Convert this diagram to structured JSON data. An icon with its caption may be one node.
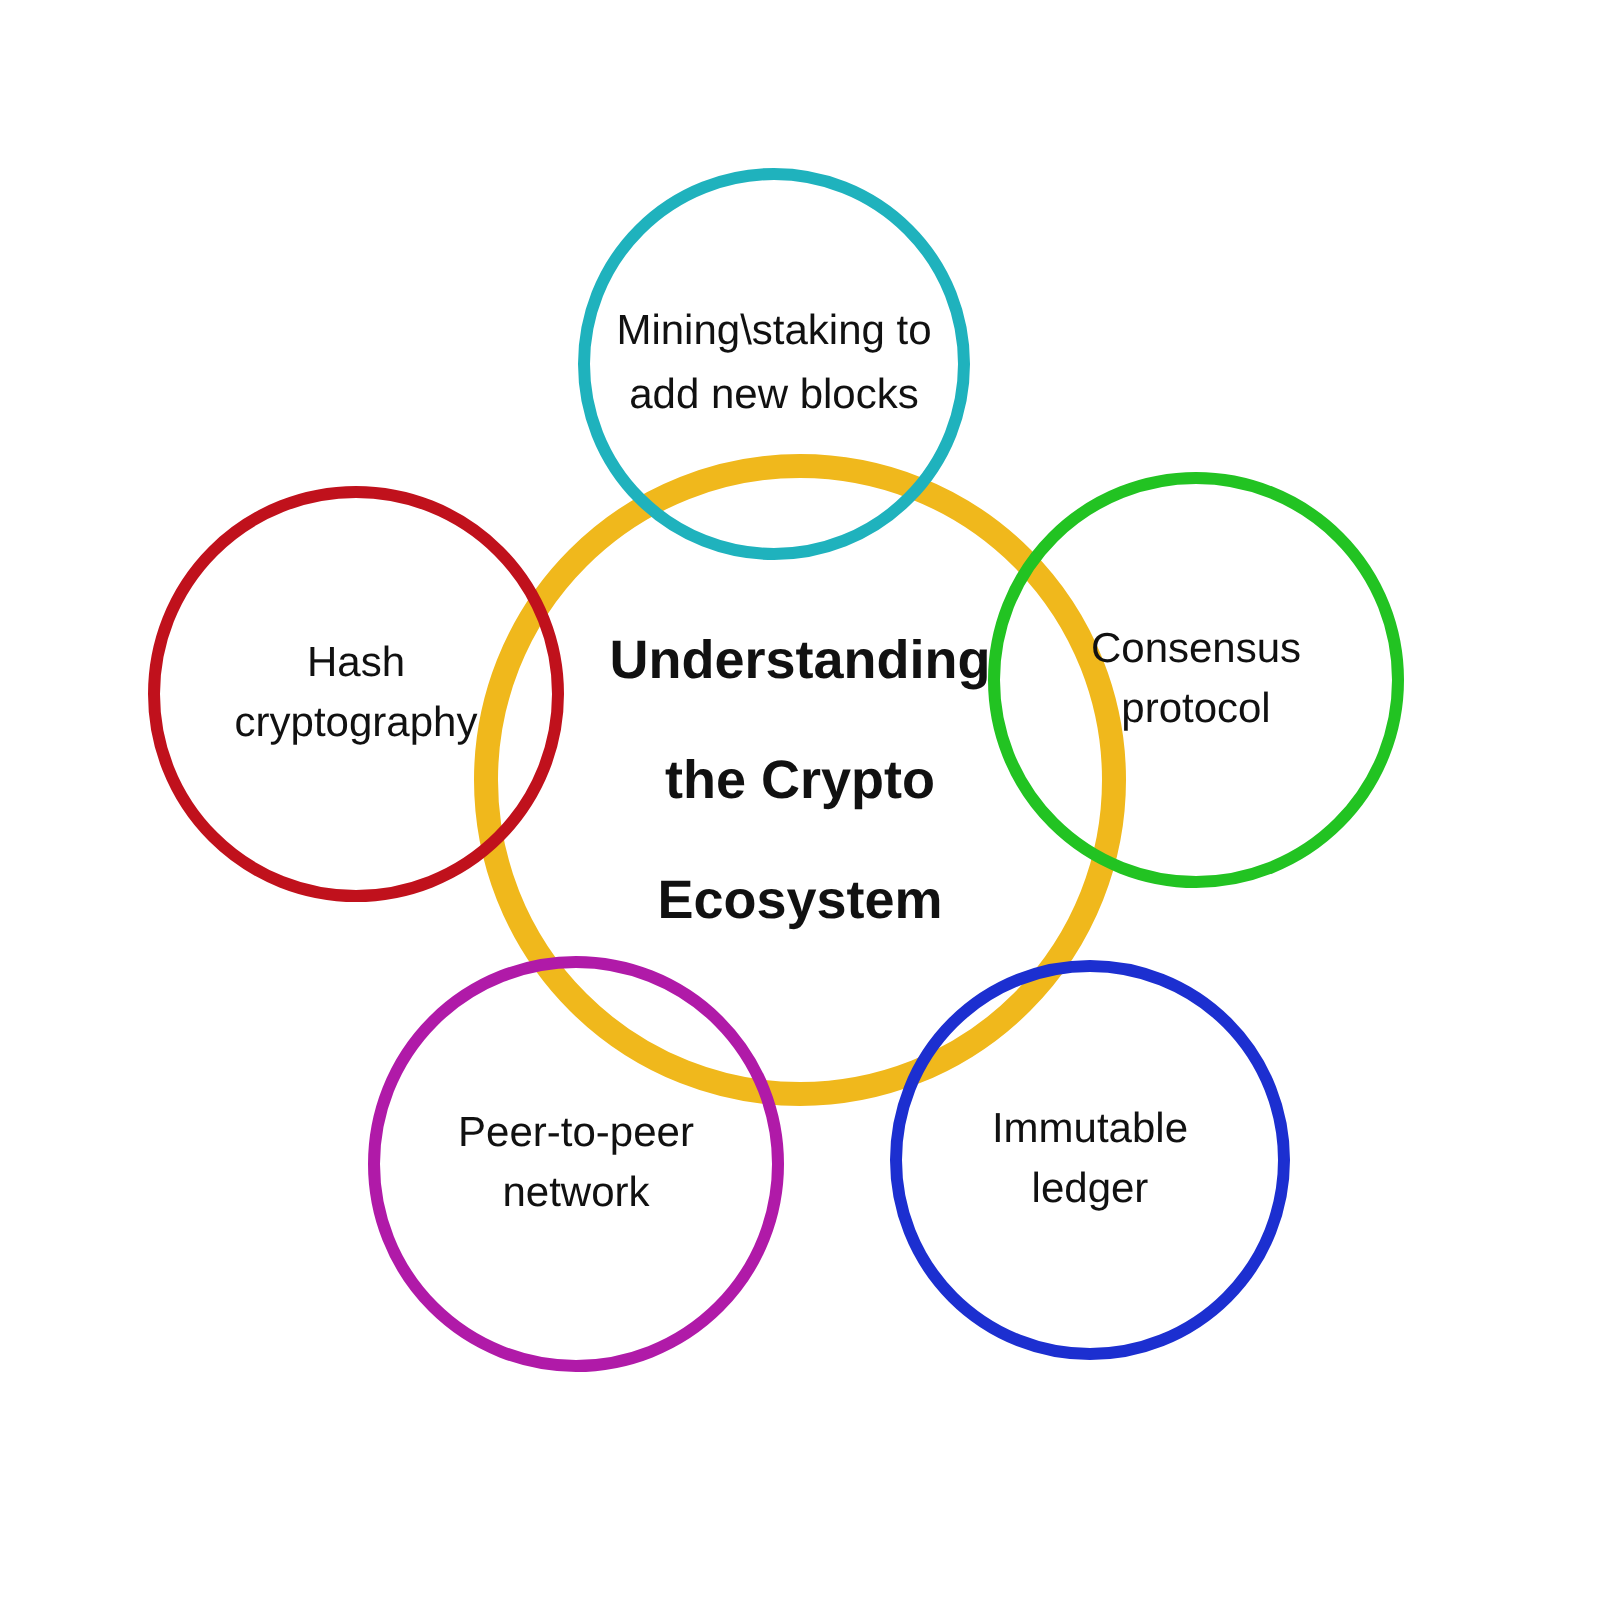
{
  "diagram": {
    "nodes": [
      {
        "text": [
          "Understanding the Crypto Ecosystem"
        ]
      },
      {
        "text": [
          "Mining\\staking to add new blocks"
        ]
      },
      {
        "text": [
          "Consensus protocol"
        ]
      },
      {
        "text": [
          "Immutable ledger"
        ]
      },
      {
        "text": [
          "Peer-to-peer network"
        ]
      },
      {
        "text": [
          "Hash cryptography"
        ]
      }
    ]
  }
}
